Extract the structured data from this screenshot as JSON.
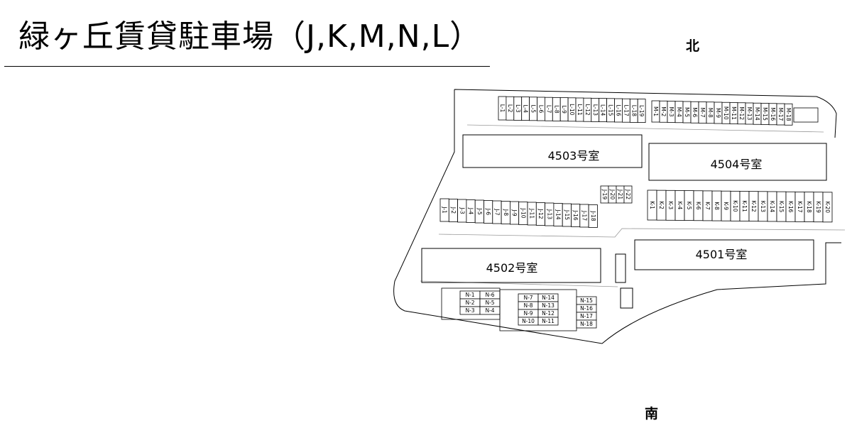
{
  "title": "緑ヶ丘賃貸駐車場（J,K,M,N,L）",
  "compass": {
    "north": "北",
    "south": "南"
  },
  "buildings": [
    {
      "id": "b4503",
      "label": "4503号室"
    },
    {
      "id": "b4504",
      "label": "4504号室"
    },
    {
      "id": "b4502",
      "label": "4502号室"
    },
    {
      "id": "b4501",
      "label": "4501号室"
    }
  ],
  "rows": {
    "L": [
      "L-1",
      "L-2",
      "L-3",
      "L-4",
      "L-5",
      "L-6",
      "L-7",
      "L-8",
      "L-9",
      "L-10",
      "L-11",
      "L-12",
      "L-13",
      "L-14",
      "L-15",
      "L-16",
      "L-17",
      "L-18",
      "L-19"
    ],
    "M": [
      "M-1",
      "M-2",
      "M-3",
      "M-4",
      "M-5",
      "M-6",
      "M-7",
      "M-8",
      "M-9",
      "M-10",
      "M-11",
      "M-12",
      "M-13",
      "M-14",
      "M-15",
      "M-16",
      "M-17",
      "M-18"
    ],
    "J_upper": [
      "J-19",
      "J-20",
      "J-21",
      "J-22"
    ],
    "J_lower": [
      "J-1",
      "J-2",
      "J-3",
      "J-4",
      "J-5",
      "J-6",
      "J-7",
      "J-8",
      "J-9",
      "J-10",
      "J-11",
      "J-12",
      "J-13",
      "J-14",
      "J-15",
      "J-16",
      "J-17",
      "J-18"
    ],
    "K": [
      "K-1",
      "K-2",
      "K-3",
      "K-4",
      "K-5",
      "K-6",
      "K-7",
      "K-8",
      "K-9",
      "K-10",
      "K-11",
      "K-12",
      "K-13",
      "K-14",
      "K-15",
      "K-16",
      "K-17",
      "K-18",
      "K-19",
      "K-20"
    ],
    "N_blocks": [
      [
        [
          "N-1",
          "N-6"
        ],
        [
          "N-2",
          "N-5"
        ],
        [
          "N-3",
          "N-4"
        ]
      ],
      [
        [
          "N-7",
          "N-14"
        ],
        [
          "N-8",
          "N-13"
        ],
        [
          "N-9",
          "N-12"
        ],
        [
          "N-10",
          "N-11"
        ]
      ],
      [
        [
          "N-15"
        ],
        [
          "N-16"
        ],
        [
          "N-17"
        ],
        [
          "N-18"
        ]
      ]
    ]
  }
}
